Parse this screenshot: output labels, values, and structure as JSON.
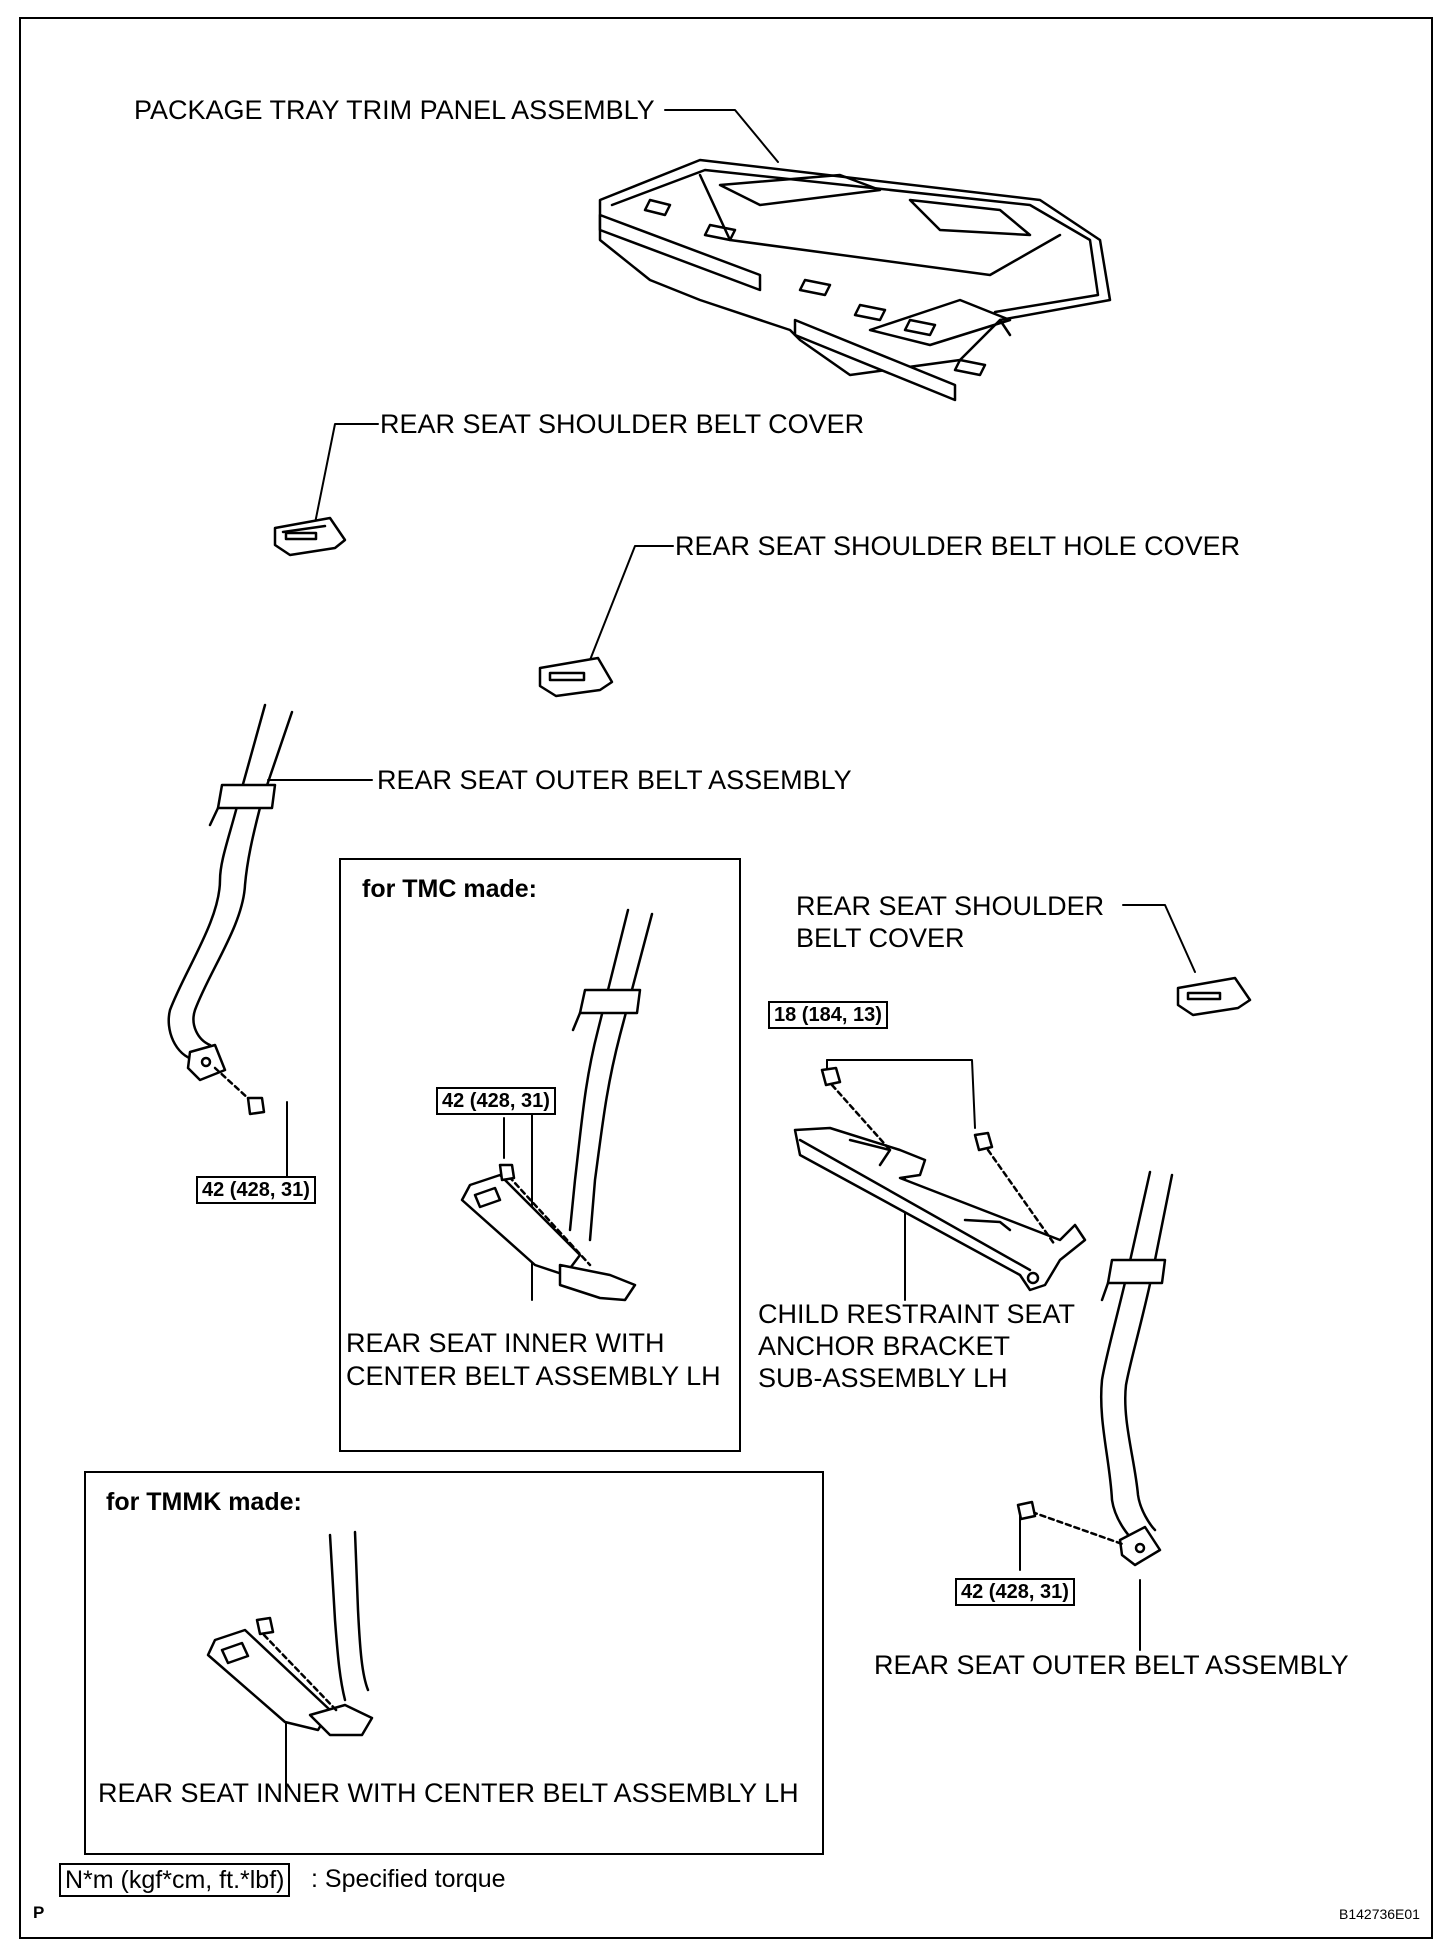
{
  "labels": {
    "package_tray": "PACKAGE TRAY TRIM PANEL ASSEMBLY",
    "shoulder_belt_cover_1": "REAR SEAT SHOULDER BELT COVER",
    "shoulder_belt_hole_cover": "REAR SEAT SHOULDER BELT HOLE COVER",
    "outer_belt_1": "REAR SEAT OUTER BELT ASSEMBLY",
    "shoulder_belt_cover_2_line1": "REAR SEAT SHOULDER",
    "shoulder_belt_cover_2_line2": "BELT COVER",
    "inner_belt_tmc_line1": "REAR SEAT INNER WITH",
    "inner_belt_tmc_line2": "CENTER BELT ASSEMBLY LH",
    "child_bracket_line1": "CHILD RESTRAINT SEAT",
    "child_bracket_line2": "ANCHOR BRACKET",
    "child_bracket_line3": "SUB-ASSEMBLY LH",
    "outer_belt_2": "REAR SEAT OUTER BELT ASSEMBLY",
    "inner_belt_tmmk": "REAR SEAT INNER WITH CENTER BELT ASSEMBLY LH"
  },
  "boxes": {
    "tmc_title": "for TMC made:",
    "tmmk_title": "for TMMK made:"
  },
  "torques": {
    "outer_left": "42 (428, 31)",
    "tmc_inner": "42 (428, 31)",
    "bracket": "18 (184, 13)",
    "outer_right": "42 (428, 31)"
  },
  "legend": {
    "unit": "N*m (kgf*cm, ft.*lbf)",
    "text": ": Specified torque"
  },
  "corner_mark": "P",
  "figure_code": "B142736E01"
}
